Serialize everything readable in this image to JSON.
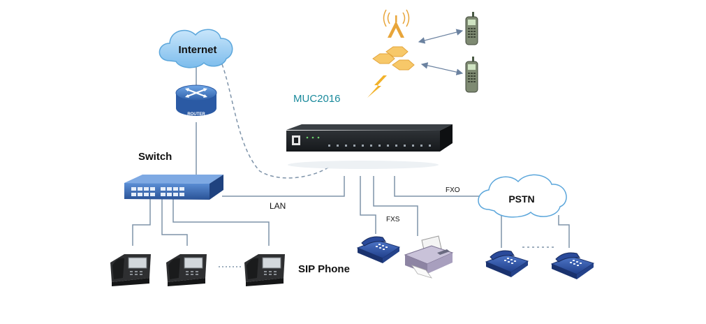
{
  "labels": {
    "internet": "Internet",
    "router": "ROUTER",
    "switch": "Switch",
    "device": "MUC2016",
    "lan": "LAN",
    "fxs": "FXS",
    "fxo": "FXO",
    "pstn": "PSTN",
    "sip_phone": "SIP Phone"
  },
  "colors": {
    "line": "#7e93a9",
    "device_label": "#1a8a9c",
    "cloud_fill": "#9fd0f2",
    "cloud_stroke": "#5ba6db",
    "tower": "#e8a53a",
    "lightning": "#f2b22a",
    "phone_blue": "#2b4fa8",
    "router_blue": "#3a78c8",
    "switch_blue": "#3b6fb8"
  }
}
